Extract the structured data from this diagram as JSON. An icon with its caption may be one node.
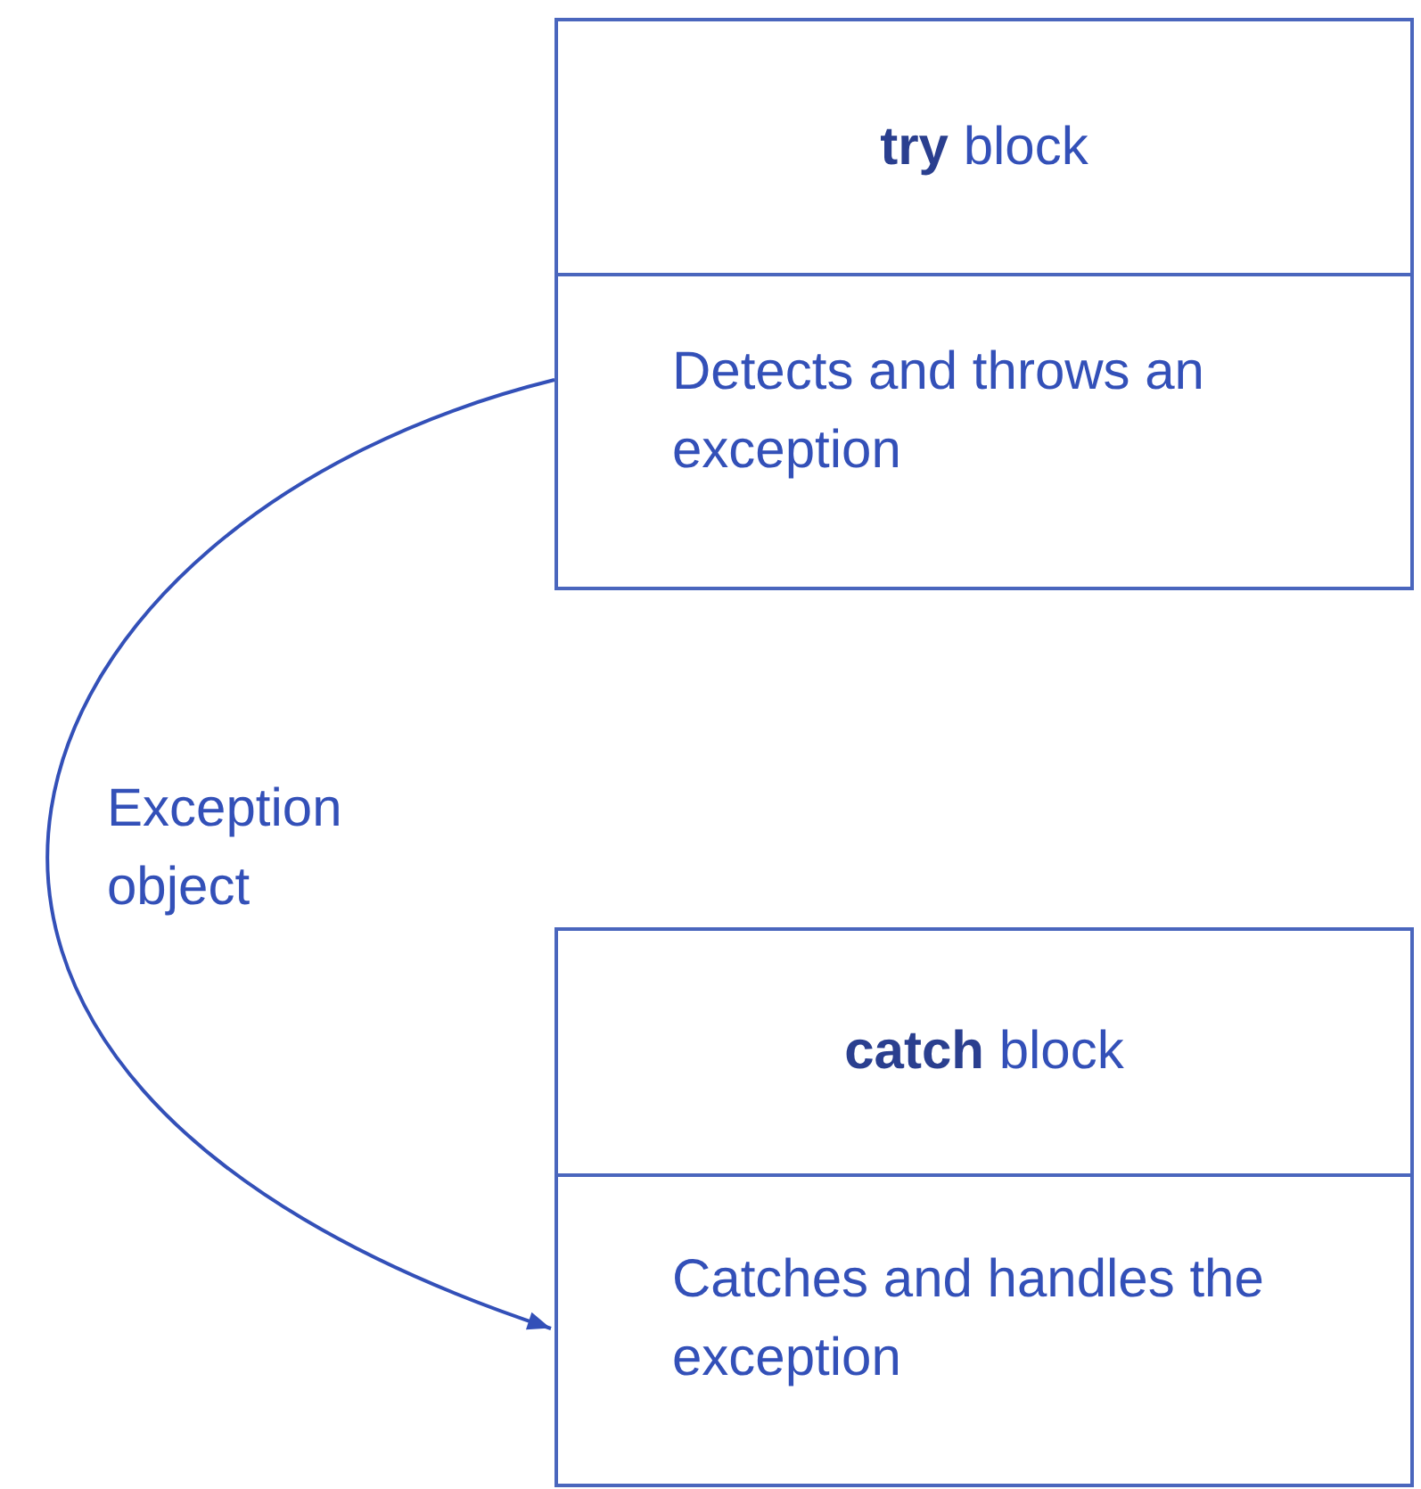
{
  "diagram": {
    "nodes": [
      {
        "text": [
          "**try** block",
          "Detects and throws an exception"
        ]
      },
      {
        "text": [
          "**catch** block",
          "Catches and handles the exception"
        ]
      }
    ],
    "edges": [
      {
        "from": 0,
        "to": 1,
        "arrow": "to",
        "label": "Exception object"
      }
    ]
  }
}
